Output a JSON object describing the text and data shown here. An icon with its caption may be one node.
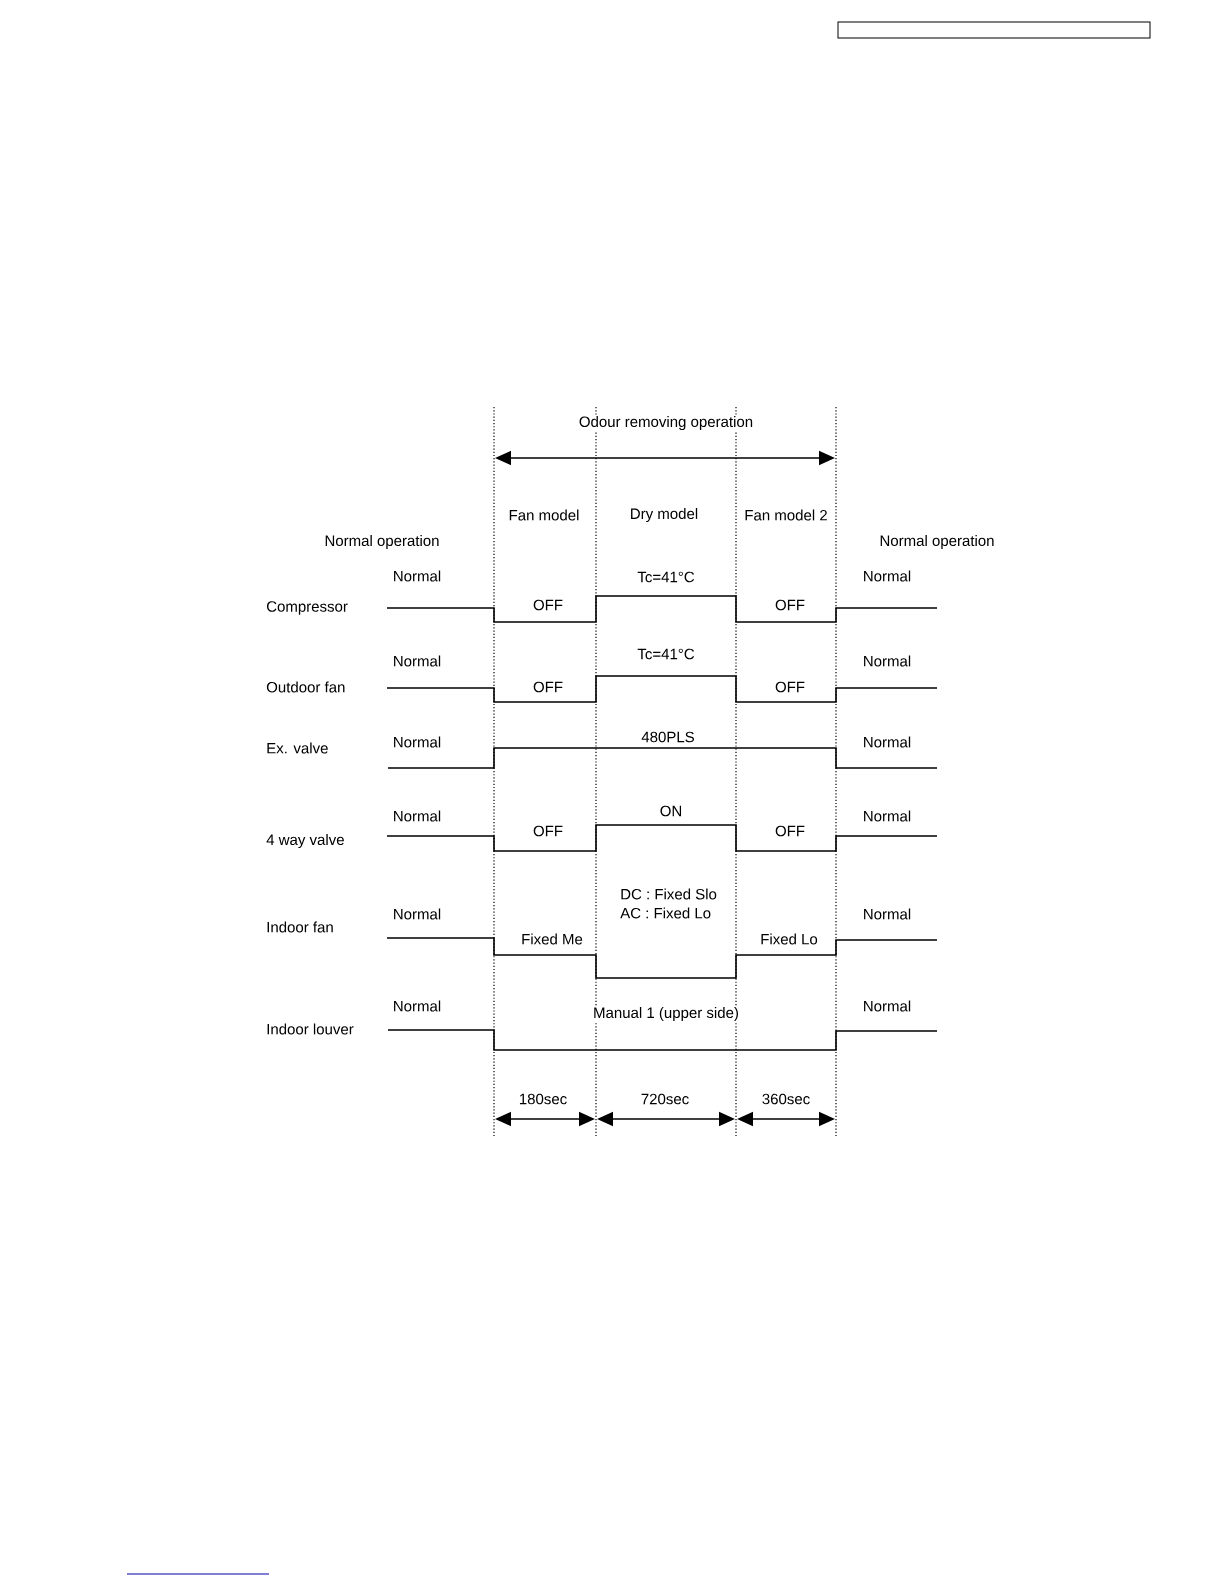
{
  "diagram": {
    "labels": [
      "Odour removing operation",
      "Fan model",
      "Dry model",
      "Fan model 2",
      "Normal operation",
      "Normal operation",
      "Normal",
      "Tc=41°C",
      "Normal",
      "Compressor",
      "OFF",
      "OFF",
      "Normal",
      "Tc=41°C",
      "Normal",
      "Outdoor fan",
      "OFF",
      "OFF",
      "Ex. valve",
      "Normal",
      "480PLS",
      "Normal",
      "Normal",
      "ON",
      "Normal",
      "4 way valve",
      "OFF",
      "OFF",
      "DC : Fixed Slo",
      "Normal",
      "AC : Fixed Lo",
      "Normal",
      "Indoor fan",
      "Fixed Me",
      "Fixed Lo",
      "Normal",
      "Manual 1 (upper side)",
      "Normal",
      "Indoor louver",
      "180sec",
      "720sec",
      "360sec"
    ]
  }
}
